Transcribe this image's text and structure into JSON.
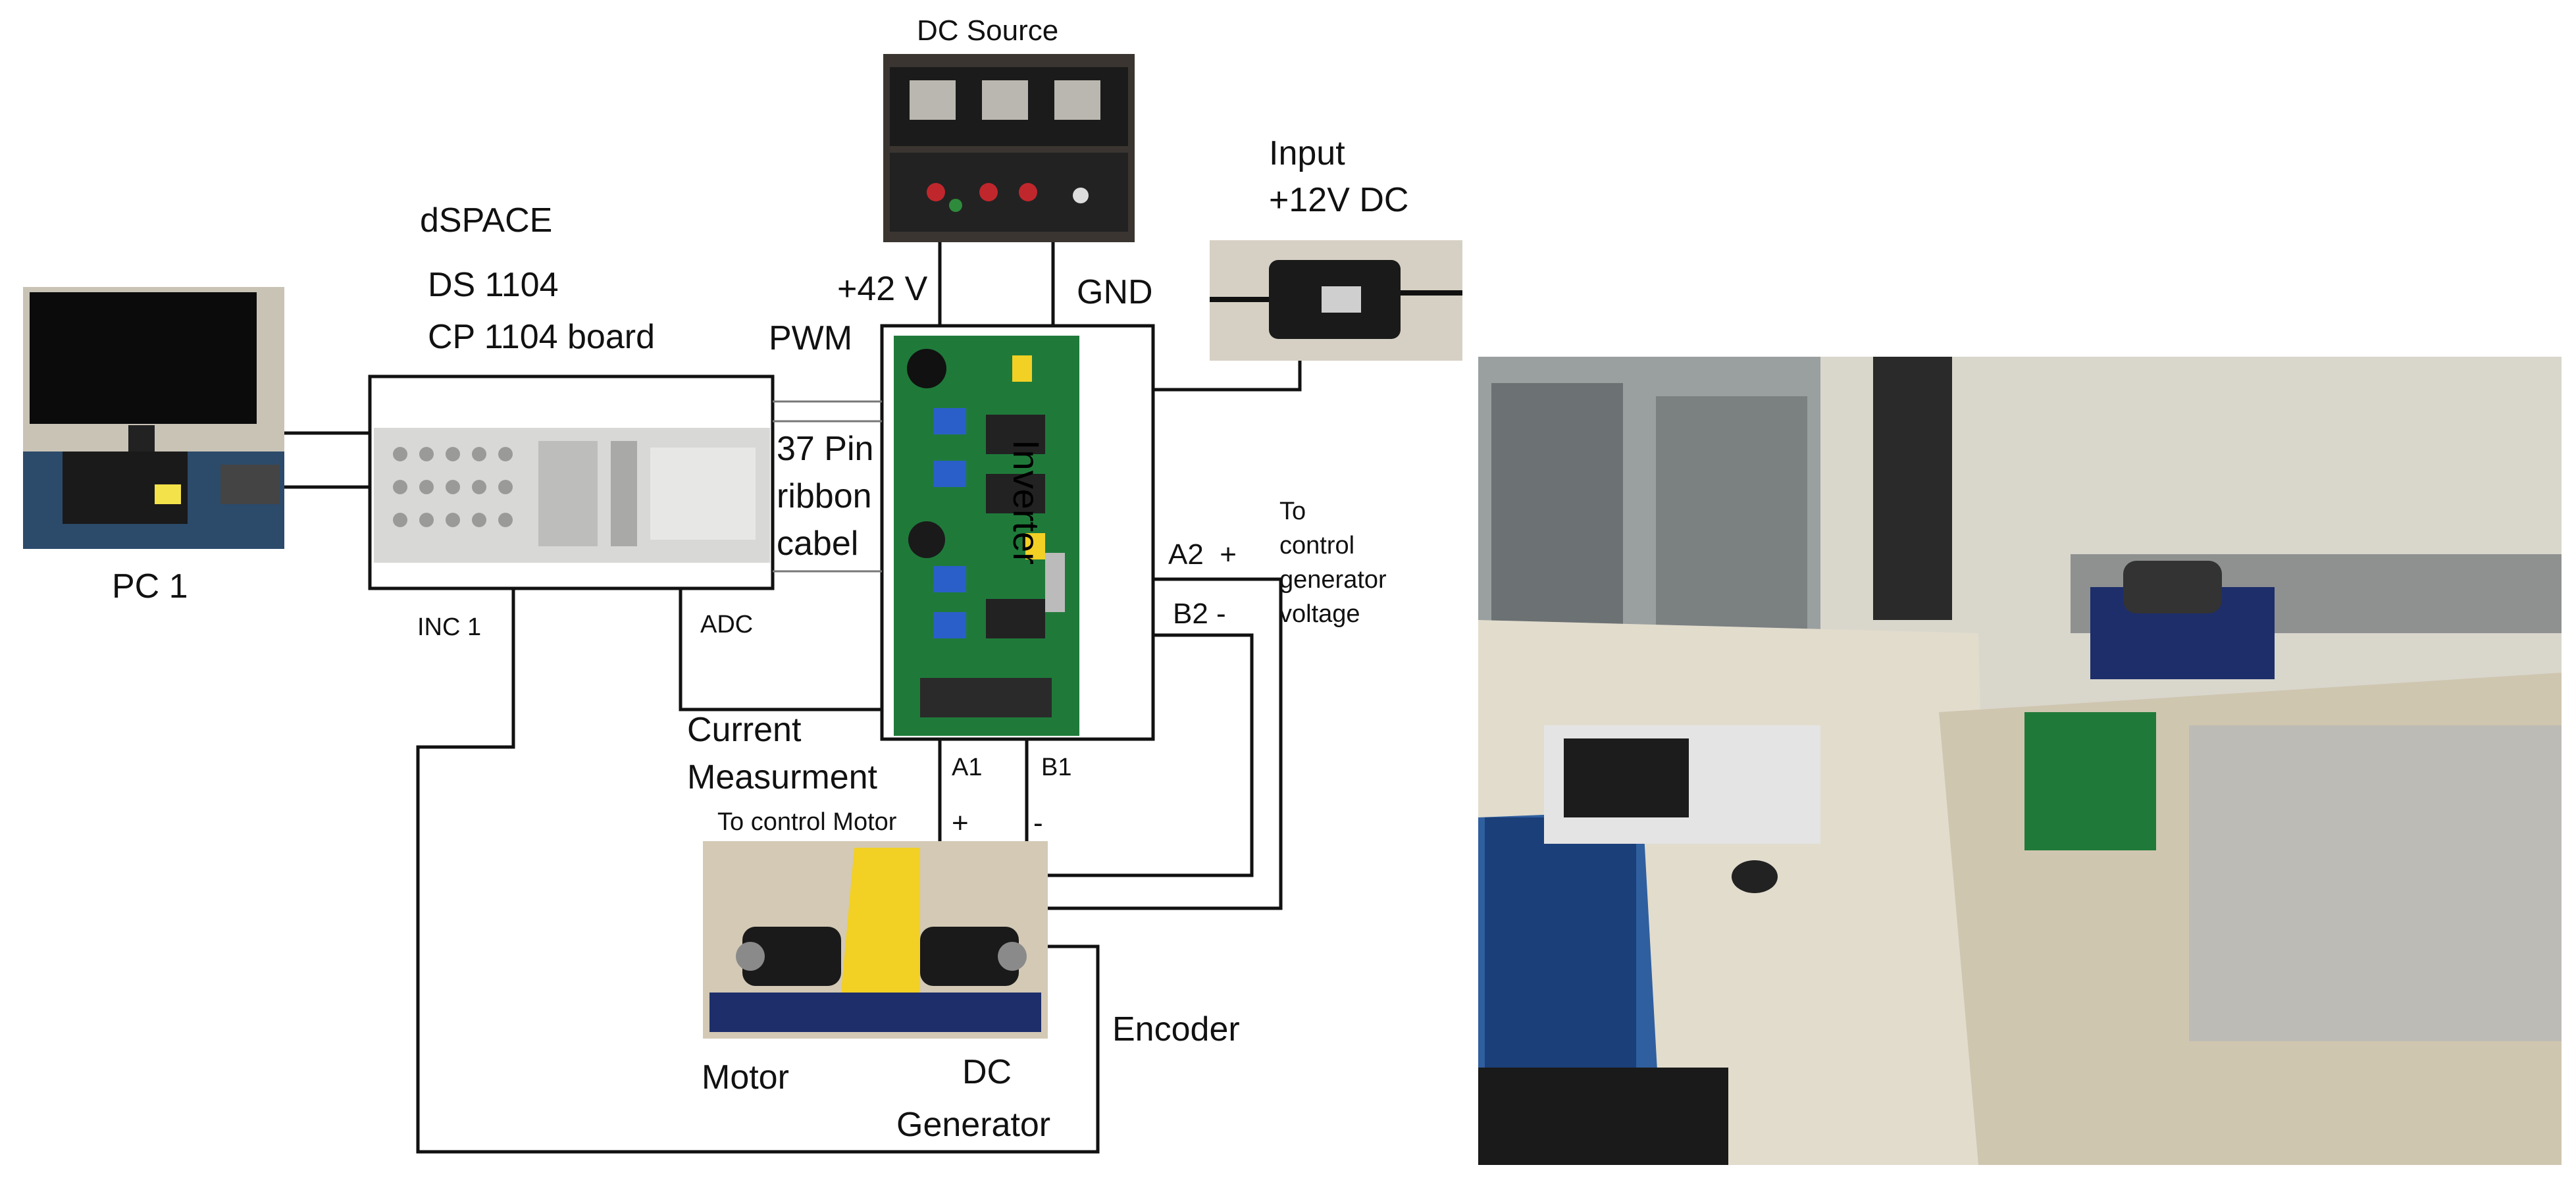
{
  "labels": {
    "dc_source": "DC Source",
    "input_12v_line1": "Input",
    "input_12v_line2": "+12V DC",
    "dspace_line1": "dSPACE",
    "dspace_line2": "DS 1104",
    "dspace_line3": "CP 1104 board",
    "plus42v": "+42 V",
    "gnd": "GND",
    "pwm": "PWM",
    "ribbon_line1": "37 Pin",
    "ribbon_line2": "ribbon",
    "ribbon_line3": "cabel",
    "inverter": "Inverter",
    "pc1": "PC 1",
    "inc1": "INC 1",
    "adc": "ADC",
    "current_line1": "Current",
    "current_line2": "Measurment",
    "a1": "A1",
    "b1": "B1",
    "a2": "A2  +",
    "b2": "B2 -",
    "to_control_gen_line1": "To",
    "to_control_gen_line2": "control",
    "to_control_gen_line3": "generator",
    "to_control_gen_line4": "voltage",
    "to_control_motor": "To control Motor",
    "plus": "+",
    "minus": "-",
    "encoder": "Encoder",
    "motor": "Motor",
    "dc_gen_line1": "DC",
    "dc_gen_line2": "Generator"
  },
  "colors": {
    "wire": "#111111",
    "board_green": "#1f7a3a",
    "base_blue": "#1d2e6b",
    "motor_yellow": "#f2d024",
    "floor": "#cfc6b0",
    "wall": "#d9d6cc"
  }
}
